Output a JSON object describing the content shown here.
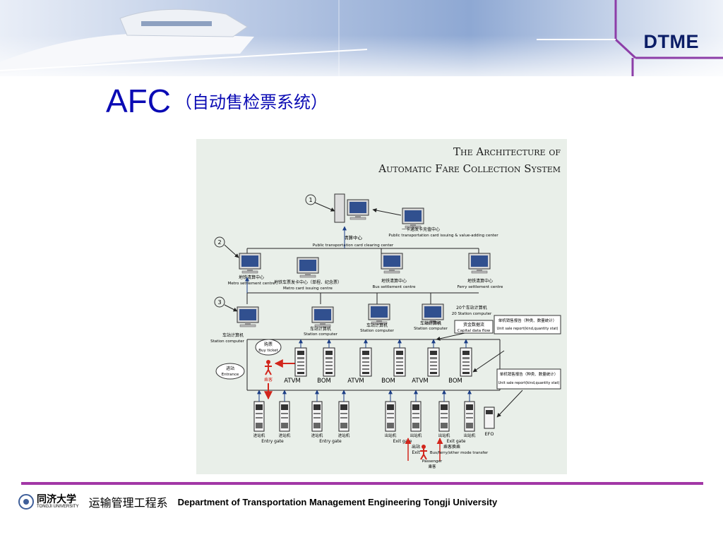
{
  "header": {
    "brand": "DTME"
  },
  "slide": {
    "title_main": "AFC",
    "title_sub": "（自动售检票系统）"
  },
  "figure": {
    "title_line1": "The Architecture of",
    "title_line2": "Automatic Fare Collection System",
    "levels": [
      "1",
      "2",
      "3"
    ],
    "nodes": {
      "clearing_cn": "清算中心",
      "clearing_en": "Public transportation card clearing center",
      "card_issuing_cn": "一卡通发卡充值中心",
      "card_issuing_en": "Public transportation card issuing & value-adding center",
      "metro_settle_cn": "地铁清算中心",
      "metro_settle_en": "Metro settlement centre",
      "metro_card_cn": "地铁车票发卡中心（单程、纪念票）",
      "metro_card_en": "Metro card issuing centre",
      "bus_settle_cn": "地铁清算中心",
      "bus_settle_en": "Bus settlement centre",
      "ferry_settle_cn": "地铁清算中心",
      "ferry_settle_en": "Ferry settlement centre",
      "station_cn": "车站计算机",
      "station_en": "Station computer",
      "station_20_cn": "20个车站计算机",
      "station_20_en": "20 Station computer",
      "capital_cn": "资金数据流",
      "capital_en": "Capital data flow",
      "report1_cn": "单机销售报告（种类、数量统计）",
      "report1_en": "Unit sale report(kind,quantity stat)",
      "report2_cn": "单机销售报告（种类、数量统计）",
      "report2_en": "Unit sale report(kind,quantity stat)",
      "buy_ticket_cn": "购票",
      "buy_ticket_en": "Buy ticket",
      "entrance_cn": "进站",
      "entrance_en": "Entrance",
      "passenger_cn": "乘客",
      "exit_cn": "出站",
      "exit_en": "Exit",
      "transfer_cn": "乘客换乘",
      "transfer_en": "Bus/ferry/other mode transfer",
      "passenger2_cn": "乘客",
      "passenger2_en": "Passenger"
    },
    "devices": [
      "ATVM",
      "BOM",
      "ATVM",
      "BOM",
      "ATVM",
      "BOM"
    ],
    "gates": {
      "entry_cn": "进站机",
      "entry_en": "Entry gate",
      "exit_cn": "出站机",
      "exit_en": "Exit gate",
      "efo": "EFO"
    }
  },
  "footer": {
    "university_cn": "同济大学",
    "university_en": "TONGJI UNIVERSITY",
    "department_cn": "运输管理工程系",
    "department_en": "Department of Transportation Management Engineering   Tongji University"
  },
  "colors": {
    "accent": "#a237a6",
    "title": "#0a0ab4",
    "brand": "#0b1d66",
    "header_blue": "#7f9cc9"
  }
}
